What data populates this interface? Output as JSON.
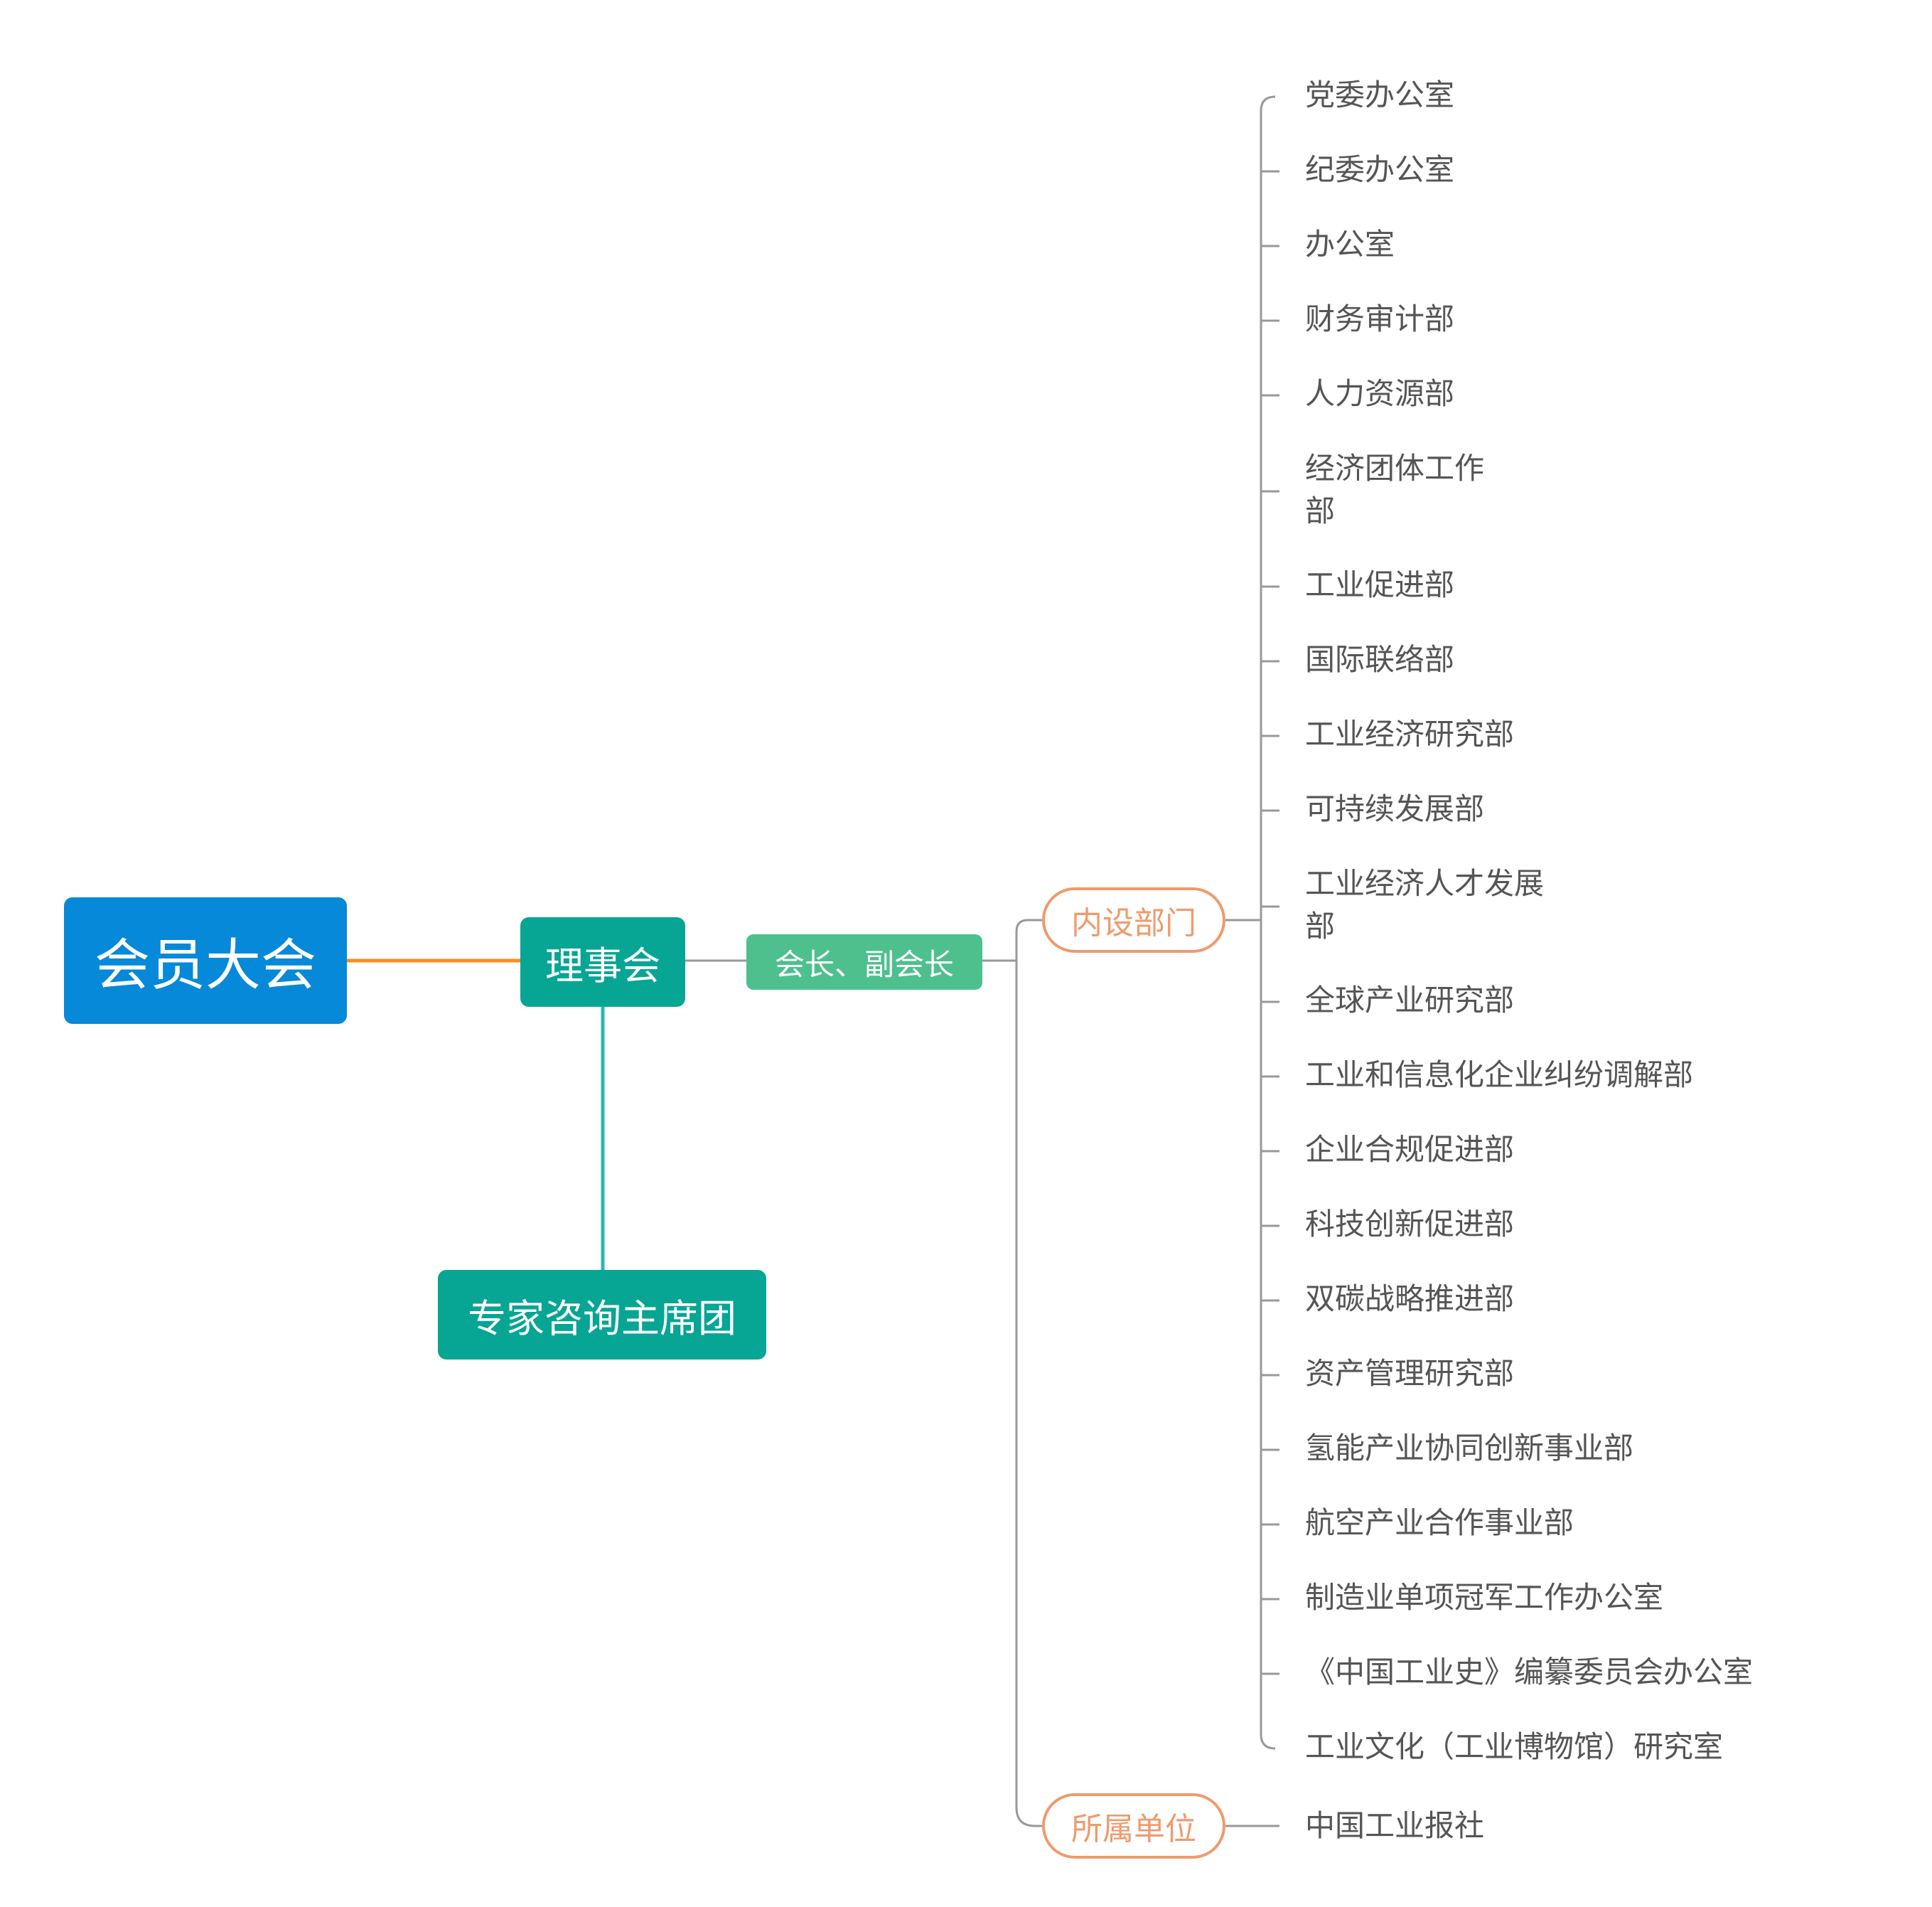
{
  "root": {
    "label": "会员大会"
  },
  "council": {
    "label": "理事会"
  },
  "expert_group": {
    "label": "专家咨询主席团"
  },
  "president": {
    "label": "会长、副会长"
  },
  "internal_departments": {
    "label": "内设部门",
    "items": [
      "党委办公室",
      "纪委办公室",
      "办公室",
      "财务审计部",
      "人力资源部",
      "经济团体工作\n部",
      "工业促进部",
      "国际联络部",
      "工业经济研究部",
      "可持续发展部",
      "工业经济人才发展\n部",
      "全球产业研究部",
      "工业和信息化企业纠纷调解部",
      "企业合规促进部",
      "科技创新促进部",
      "双碳战略推进部",
      "资产管理研究部",
      "氢能产业协同创新事业部",
      "航空产业合作事业部",
      "制造业单项冠军工作办公室",
      "《中国工业史》编纂委员会办公室",
      "工业文化（工业博物馆）研究室"
    ]
  },
  "affiliated_units": {
    "label": "所属单位",
    "items": [
      "中国工业报社"
    ]
  },
  "colors": {
    "root": "#0689d8",
    "council": "#07a594",
    "president": "#4dc08d",
    "department_border": "#f09a6c",
    "line_root": "#f78f1e",
    "line_expert": "#2fb7b5",
    "line_gray": "#999999",
    "leaf_text": "#555555"
  }
}
